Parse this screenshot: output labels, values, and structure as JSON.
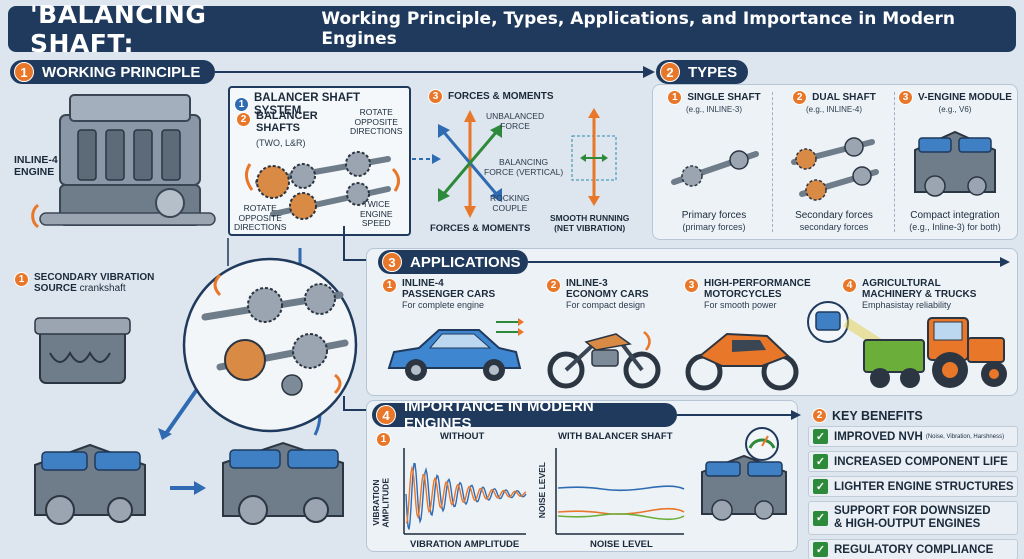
{
  "title": {
    "main": "'BALANCING SHAFT:",
    "sub": "Working Principle, Types, Applications, and Importance in Modern Engines"
  },
  "working_principle": {
    "num": "1",
    "heading": "WORKING PRINCIPLE",
    "engine_label": "INLINE-4\nENGINE",
    "vibration_num": "1",
    "vibration_label": "SECONDARY VIBRATION",
    "vibration_source": "SOURCE",
    "vibration_source_rest": "crankshaft",
    "system": {
      "num": "1",
      "heading": "BALANCER SHAFT SYSTEM",
      "shafts_num": "2",
      "shafts_label": "BALANCER\nSHAFTS",
      "shafts_sub": "(TWO, L&R)",
      "rotate_top": "ROTATE\nOPPOSITE\nDIRECTIONS",
      "rotate_bottom": "ROTATE\nOPPOSITE\nDIRECTIONS",
      "twice_speed": "TWICE\nENGINE\nSPEED"
    },
    "forces": {
      "num": "3",
      "heading": "FORCES & MOMENTS",
      "unbalanced": "UNBALANCED\nFORCE",
      "balancing": "BALANCING\nFORCE (VERTICAL)",
      "rocking": "ROCKING\nCOUPLE",
      "footer": "FORCES & MOMENTS",
      "smooth": "SMOOTH RUNNING\n(NET VIBRATION)"
    }
  },
  "types": {
    "num": "2",
    "heading": "TYPES",
    "items": [
      {
        "num": "1",
        "name": "SINGLE SHAFT",
        "example": "(e.g., INLINE-3)",
        "caption": "Primary forces",
        "caption2": "(primary forces)"
      },
      {
        "num": "2",
        "name": "DUAL SHAFT",
        "example": "(e.g., INLINE-4)",
        "caption": "Secondary forces",
        "caption2": "secondary forces"
      },
      {
        "num": "3",
        "name": "V-ENGINE MODULE",
        "example": "(e.g., V6)",
        "caption": "Compact integration",
        "caption2": "(e.g., Inline-3) for both)"
      }
    ]
  },
  "applications": {
    "num": "3",
    "heading": "APPLICATIONS",
    "items": [
      {
        "num": "1",
        "name": "INLINE-4\nPASSENGER CARS",
        "desc": "For complete engine"
      },
      {
        "num": "2",
        "name": "INLINE-3\nECONOMY CARS",
        "desc": "For compact design"
      },
      {
        "num": "3",
        "name": "HIGH-PERFORMANCE\nMOTORCYCLES",
        "desc": "For smooth power"
      },
      {
        "num": "4",
        "name": "AGRICULTURAL\nMACHINERY & TRUCKS",
        "desc": "Emphasistay reliability"
      }
    ]
  },
  "importance": {
    "num": "4",
    "heading": "IMPORTANCE IN MODERN ENGINES",
    "chart_num": "1",
    "without_title": "WITHOUT",
    "without_ylabel": "VIBRATION\nAMPLITUDE",
    "without_xlabel": "VIBRATION AMPLITUDE",
    "with_title": "WITH BALANCER SHAFT",
    "with_ylabel": "NOISE LEVEL",
    "with_xlabel": "NOISE LEVEL"
  },
  "benefits": {
    "num": "2",
    "heading": "KEY BENEFITS",
    "items": [
      {
        "text": "IMPROVED NVH",
        "small": "(Noise, Vibration, Harshness)"
      },
      {
        "text": "INCREASED COMPONENT LIFE",
        "small": ""
      },
      {
        "text": "LIGHTER ENGINE STRUCTURES",
        "small": ""
      },
      {
        "text": "SUPPORT FOR DOWNSIZED\n& HIGH-OUTPUT ENGINES",
        "small": ""
      },
      {
        "text": "REGULATORY COMPLIANCE",
        "small": ""
      }
    ]
  },
  "colors": {
    "navy": "#1f3a5c",
    "orange": "#e8772a",
    "green": "#2d8a3a",
    "blue": "#2f6bb3",
    "engine_gray": "#7d8a98"
  }
}
